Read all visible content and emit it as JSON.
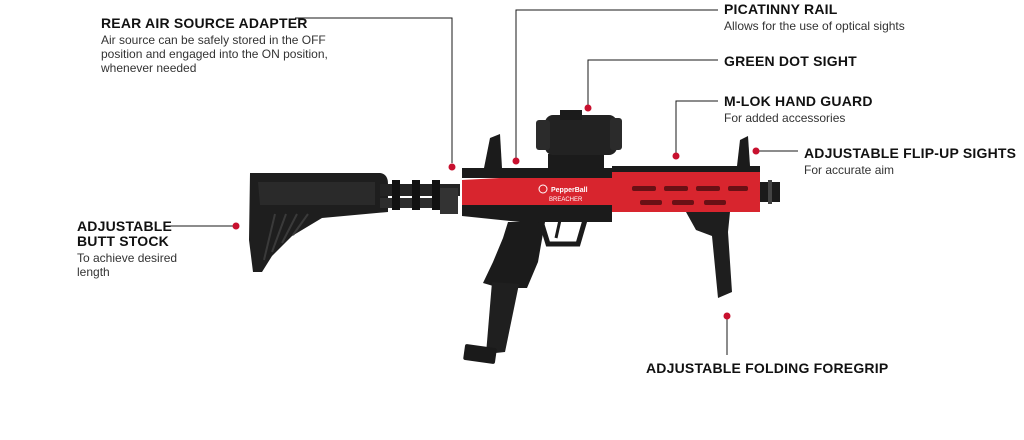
{
  "colors": {
    "accent": "#d8252e",
    "leader": "#1a1a1a",
    "dot": "#c8102e",
    "body": "#1b1b1b"
  },
  "product": {
    "brand": "PepperBall",
    "model": "BREACHER"
  },
  "callouts": {
    "rear_air": {
      "title": "REAR AIR SOURCE ADAPTER",
      "desc": "Air source can be safely stored in the OFF\nposition and engaged into the ON position,\nwhenever needed"
    },
    "picatinny": {
      "title": "PICATINNY RAIL",
      "desc": "Allows for the use of optical sights"
    },
    "green_dot": {
      "title": "GREEN DOT SIGHT",
      "desc": ""
    },
    "mlok": {
      "title": "M-LOK HAND GUARD",
      "desc": "For added accessories"
    },
    "flipup": {
      "title": "ADJUSTABLE FLIP-UP SIGHTS",
      "desc": "For accurate aim"
    },
    "butt_stock": {
      "title": "ADJUSTABLE\nBUTT STOCK",
      "desc": "To achieve desired\nlength"
    },
    "foregrip": {
      "title": "ADJUSTABLE FOLDING FOREGRIP",
      "desc": ""
    }
  }
}
